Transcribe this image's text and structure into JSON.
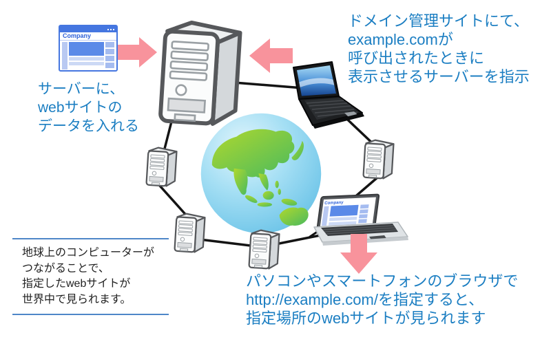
{
  "colors": {
    "note_blue": "#1b7ec2",
    "arrow_pink": "#f8939c",
    "connection_black": "#141414",
    "divider_blue": "#4e86c8",
    "body_black": "#222222",
    "globe_green": "#6cc348",
    "globe_blue": "#8fd6f0"
  },
  "website": {
    "title": "Company"
  },
  "notes": {
    "upload": {
      "lines": [
        "サーバーに、",
        "webサイトの",
        "データを入れる"
      ]
    },
    "dns": {
      "lines": [
        "ドメイン管理サイトにて、",
        "example.comが",
        "呼び出されたときに",
        "表示させるサーバーを指示"
      ]
    },
    "network": {
      "lines": [
        "地球上のコンピューターが",
        "つながることで、",
        "指定したwebサイトが",
        "世界中で見られます。"
      ]
    },
    "browse": {
      "lines": [
        "パソコンやスマートフォンのブラウザで",
        "http://example.com/を指定すると、",
        "指定場所のwebサイトが見られます"
      ]
    }
  },
  "icons": [
    "website-window-icon",
    "arrow-right-icon",
    "main-server-icon",
    "arrow-left-icon",
    "laptop-icon",
    "globe-icon",
    "server-tower-icon",
    "laptop-website-icon",
    "arrow-down-icon"
  ]
}
